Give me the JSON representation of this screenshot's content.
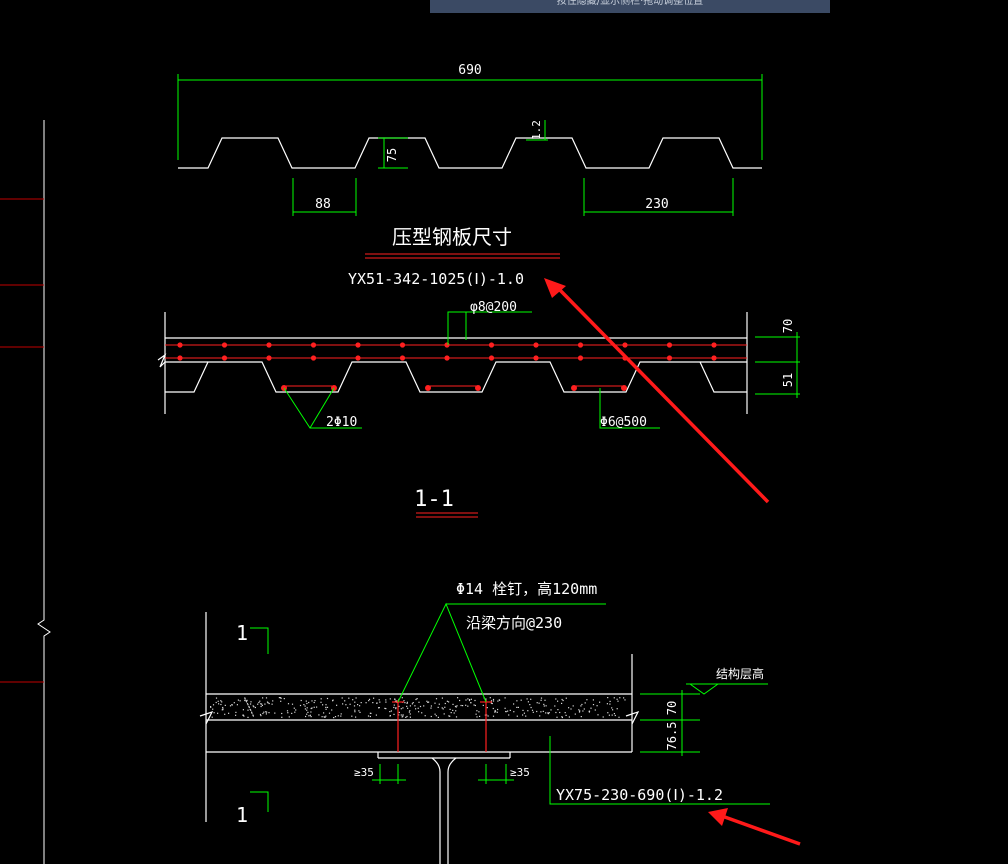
{
  "banner": {
    "text": "按住隐藏/显示侧栏·拖动调整位置"
  },
  "colors": {
    "background": "#000000",
    "outline": "#ffffff",
    "dimension": "#00ff00",
    "rebar": "#ff2020",
    "arrow": "#ff1a1a",
    "grid_line": "#c00000"
  },
  "profile": {
    "overall_width": "690",
    "rib_height": "75",
    "thickness": "1.2",
    "bottom_width": "88",
    "pitch": "230",
    "title": "压型钢板尺寸",
    "spec": "YX51-342-1025(Ⅰ)-1.0"
  },
  "section_1_1": {
    "top_rebar": "φ8@200",
    "bottom_rebar": "2Φ10",
    "stirrup": "Φ6@500",
    "dim_top": "70",
    "dim_bottom": "51",
    "title": "1-1"
  },
  "detail": {
    "stud_line1": "Φ14 栓钉，高120mm",
    "stud_line2": "沿梁方向@230",
    "level_label": "结构层高",
    "dim_70": "70",
    "dim_765": "76.5",
    "edge_left": "≥35",
    "edge_right": "≥35",
    "cut_mark_top": "1",
    "cut_mark_bottom": "1",
    "deck_spec": "YX75-230-690(Ⅰ)-1.2"
  }
}
